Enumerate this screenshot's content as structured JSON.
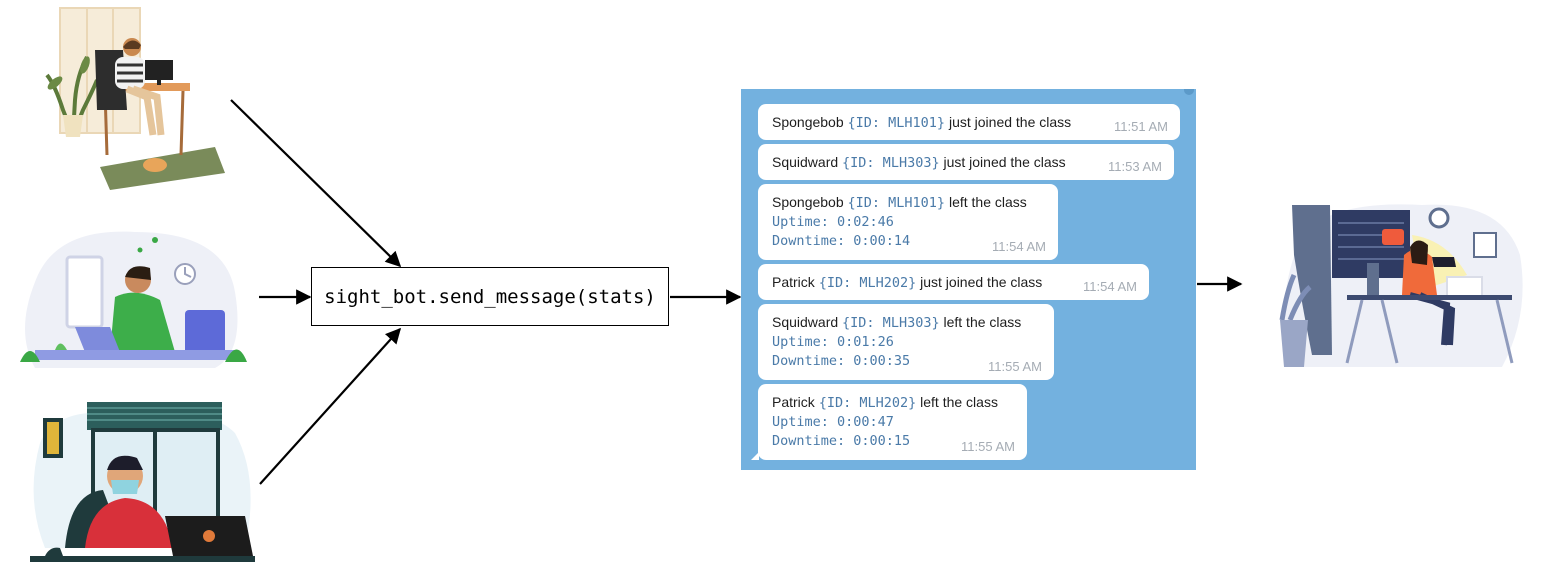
{
  "diagram": {
    "code_box_text": "sight_bot.send_message(stats)"
  },
  "chat": {
    "messages": [
      {
        "name": "Spongebob",
        "id_tag": "{ID: MLH101}",
        "action": "just joined the class",
        "time": "11:51 AM"
      },
      {
        "name": "Squidward",
        "id_tag": "{ID: MLH303}",
        "action": "just joined the class",
        "time": "11:53 AM"
      },
      {
        "name": "Spongebob",
        "id_tag": "{ID: MLH101}",
        "action": "left the class",
        "uptime": "Uptime: 0:02:46",
        "downtime": "Downtime: 0:00:14",
        "time": "11:54 AM"
      },
      {
        "name": "Patrick",
        "id_tag": "{ID: MLH202}",
        "action": "just joined the class",
        "time": "11:54 AM"
      },
      {
        "name": "Squidward",
        "id_tag": "{ID: MLH303}",
        "action": "left the class",
        "uptime": "Uptime: 0:01:26",
        "downtime": "Downtime: 0:00:35",
        "time": "11:55 AM"
      },
      {
        "name": "Patrick",
        "id_tag": "{ID: MLH202}",
        "action": "left the class",
        "uptime": "Uptime: 0:00:47",
        "downtime": "Downtime: 0:00:15",
        "time": "11:55 AM"
      }
    ]
  },
  "colors": {
    "chat_background": "#73b1df",
    "bubble": "#ffffff",
    "id_text": "#4a7aa8",
    "timestamp": "#a5acb4"
  },
  "icons": [
    "student-desk-illustration",
    "student-laptop-illustration",
    "student-masked-illustration",
    "teacher-desk-illustration"
  ]
}
